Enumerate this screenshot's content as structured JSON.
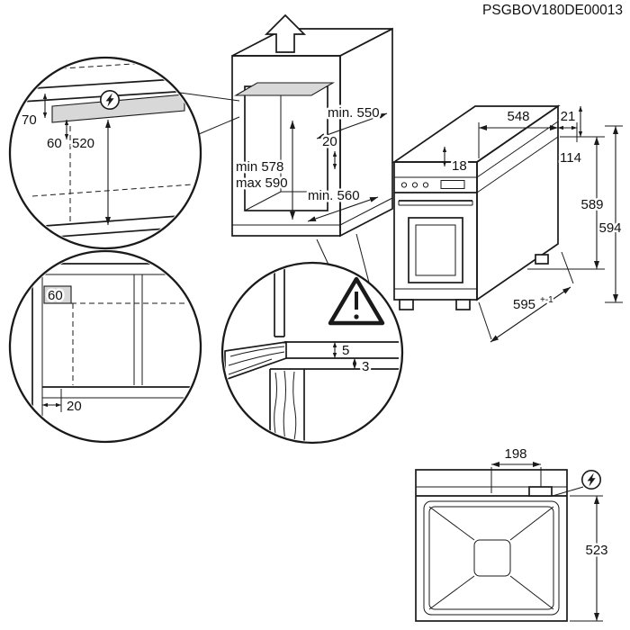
{
  "title": "PSGBOV180DE00013",
  "colors": {
    "line": "#1a1a1a",
    "shade": "#d8d8d8"
  },
  "callout_top": {
    "d70": "70",
    "d60": "60",
    "d520": "520"
  },
  "cabinet": {
    "min550": "min. 550",
    "d20": "20",
    "min578": "min 578",
    "max590": "max 590",
    "min560": "min. 560"
  },
  "oven": {
    "d548": "548",
    "d21": "21",
    "d18": "18",
    "d114": "114",
    "d589": "589",
    "d594": "594",
    "d595": "595",
    "tol": "+-1"
  },
  "callout_side": {
    "d60": "60",
    "d20": "20"
  },
  "callout_gap": {
    "d5": "5",
    "d3": "3"
  },
  "top_view": {
    "d198": "198",
    "d523": "523"
  }
}
